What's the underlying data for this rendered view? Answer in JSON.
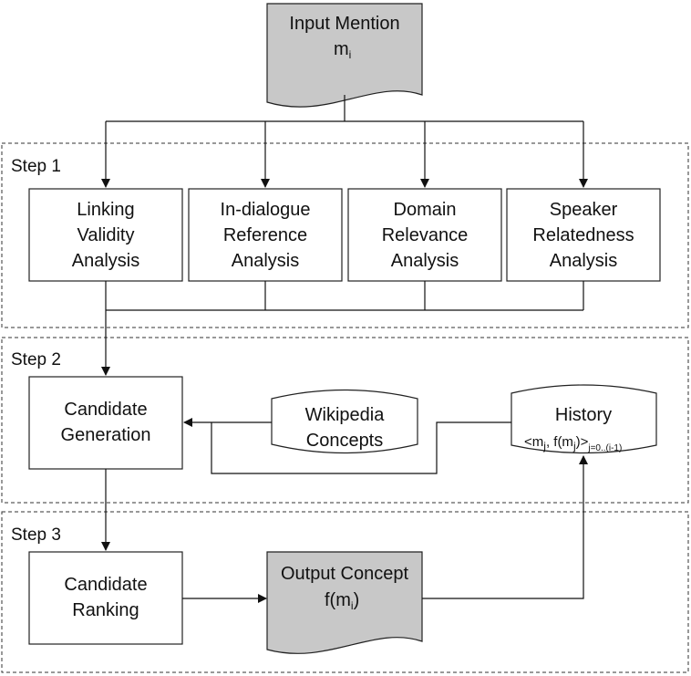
{
  "input": {
    "line1": "Input Mention",
    "line2": "m",
    "line2_sub": "i"
  },
  "steps": {
    "s1": "Step 1",
    "s2": "Step 2",
    "s3": "Step 3"
  },
  "analysis": [
    {
      "l1": "Linking",
      "l2": "Validity",
      "l3": "Analysis"
    },
    {
      "l1": "In-dialogue",
      "l2": "Reference",
      "l3": "Analysis"
    },
    {
      "l1": "Domain",
      "l2": "Relevance",
      "l3": "Analysis"
    },
    {
      "l1": "Speaker",
      "l2": "Relatedness",
      "l3": "Analysis"
    }
  ],
  "candidate_generation": {
    "l1": "Candidate",
    "l2": "Generation"
  },
  "wikipedia": {
    "l1": "Wikipedia",
    "l2": "Concepts"
  },
  "history": {
    "l1": "History",
    "l2a": "<m",
    "l2b": "j",
    "l2c": ", f(m",
    "l2d": "j",
    "l2e": ")>",
    "l2f": "j=0..(i-1)"
  },
  "candidate_ranking": {
    "l1": "Candidate",
    "l2": "Ranking"
  },
  "output": {
    "line1": "Output Concept",
    "line2a": "f(m",
    "line2b": "i",
    "line2c": ")"
  }
}
